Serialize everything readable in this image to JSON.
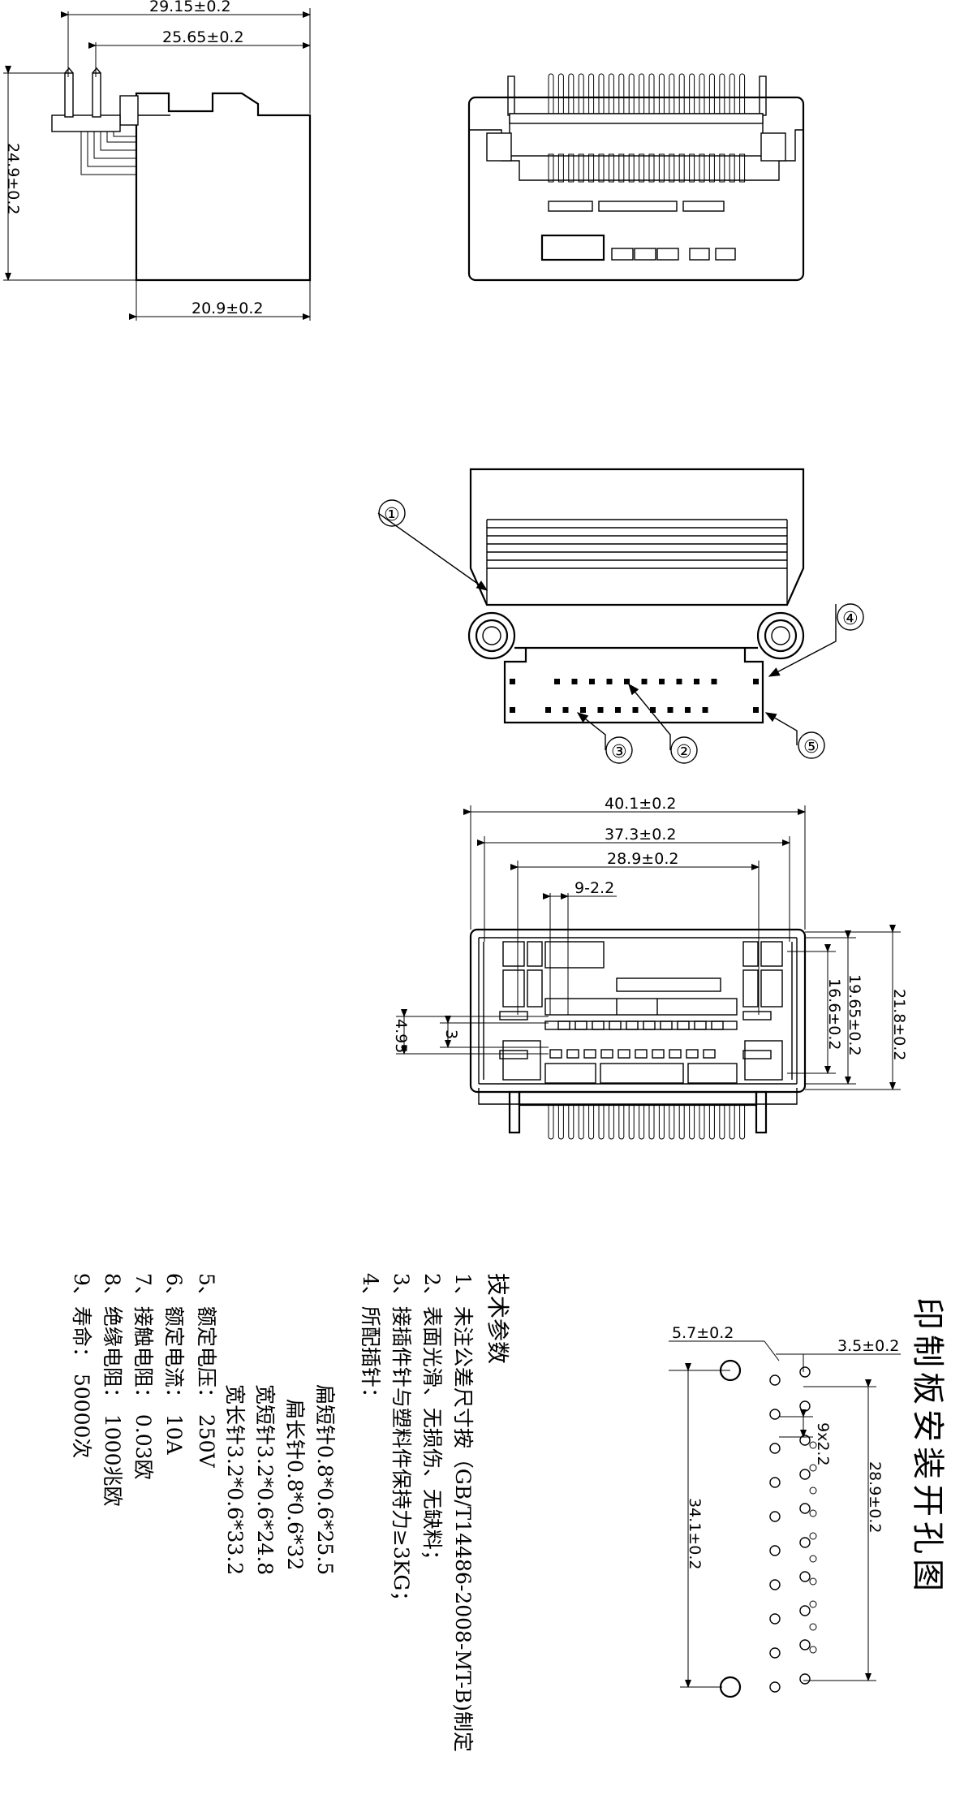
{
  "side_view": {
    "dim_total_width": "29.15±0.2",
    "dim_inner_width": "25.65±0.2",
    "dim_height": "24.9±0.2",
    "dim_body": "20.9±0.2"
  },
  "callouts": [
    "①",
    "②",
    "③",
    "④",
    "⑤"
  ],
  "front_view": {
    "dim_overall": "40.1±0.2",
    "dim_mid": "37.3±0.2",
    "dim_inner": "28.9±0.2",
    "dim_pitch": "9-2.2",
    "dim_height_total": "21.8±0.2",
    "dim_height_mid": "19.65±0.2",
    "dim_height_inner": "16.6±0.2",
    "dim_row_outer": "4.95",
    "dim_row_inner": "3"
  },
  "pcb_layout": {
    "title": "印制板安装开孔图",
    "dim_left": "5.7±0.2",
    "dim_right": "3.5±0.2",
    "dim_span": "28.9±0.2",
    "dim_pitch": "9x2.2",
    "dim_total": "34.1±0.2"
  },
  "specs": {
    "heading": "技术参数",
    "items": [
      "1、未注公差尺寸按（GB/T14486-2008-MT-B)制定",
      "2、表面光滑、无损伤、无缺料；",
      "3、接插件针与塑料件保持力≥3KG；",
      "4、所配插针：",
      "扁短针0.8*0.6*25.5",
      "扁长针0.8*0.6*32",
      "宽短针3.2*0.6*24.8",
      "宽长针3.2*0.6*33.2",
      "5、额定电压：  250V",
      "6、额定电流：  10A",
      "7、接触电阻：  0.03欧",
      "8、绝缘电阻：  1000兆欧",
      "9、寿命：  50000次"
    ]
  }
}
